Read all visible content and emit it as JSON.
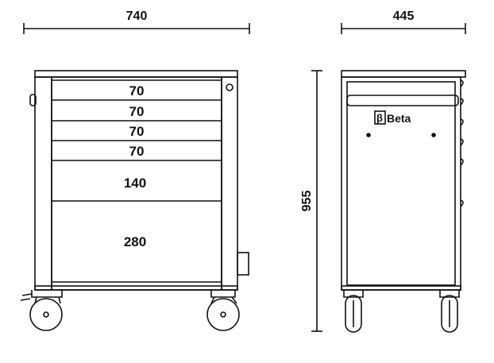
{
  "dimensions": {
    "width_front": "740",
    "depth_side": "445",
    "height": "955"
  },
  "drawers": [
    {
      "height": "70"
    },
    {
      "height": "70"
    },
    {
      "height": "70"
    },
    {
      "height": "70"
    },
    {
      "height": "140"
    },
    {
      "height": "280"
    }
  ],
  "brand": {
    "name": "Beta"
  },
  "colors": {
    "line": "#111111",
    "background": "#ffffff"
  }
}
